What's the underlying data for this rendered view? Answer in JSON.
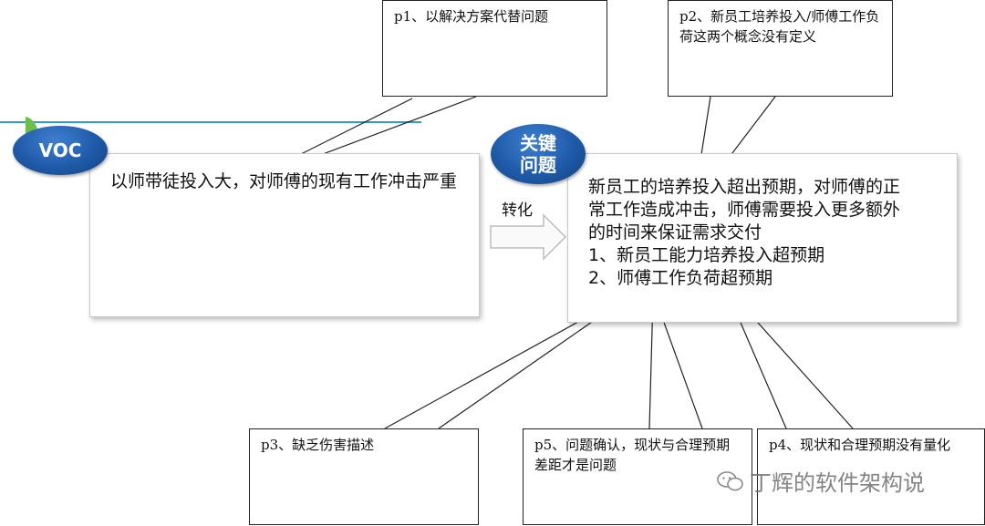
{
  "voc_badge": "VOC",
  "problem_badge": [
    "关键",
    "问题"
  ],
  "voc_text": "以师带徒投入大，对师傅的现有工作冲击严重",
  "transform_label": "转化",
  "problem_lines": [
    "新员工的培养投入超出预期，对师傅的正",
    "常工作造成冲击，师傅需要投入更多额外",
    "的时间来保证需求交付",
    "1、新员工能力培养投入超预期",
    "2、师傅工作负荷超预期"
  ],
  "callouts": {
    "p1": "p1、以解决方案代替问题",
    "p2": "p2、新员工培养投入/师傅工作负荷这两个概念没有定义",
    "p3": "p3、缺乏伤害描述",
    "p5": "p5、问题确认，现状与合理预期差距才是问题",
    "p4": "p4、现状和合理预期没有量化"
  },
  "watermark": "丁辉的软件架构说",
  "colors": {
    "badge": "#1f5aa8",
    "underline": "#c00000",
    "accent_line": "#2e9ad8"
  }
}
